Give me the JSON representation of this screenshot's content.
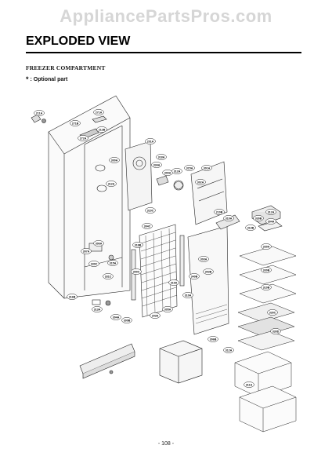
{
  "watermark": "AppliancePartsPros.com",
  "header": {
    "title": "EXPLODED VIEW",
    "section": "FREEZER COMPARTMENT",
    "note_star": "*",
    "note": ": Optional part"
  },
  "page_number": "- 108 -",
  "callouts": [
    {
      "id": "c1",
      "label": "211A"
    },
    {
      "id": "c2",
      "label": "271A"
    },
    {
      "id": "c3",
      "label": "271B"
    },
    {
      "id": "c4",
      "label": "212B"
    },
    {
      "id": "c5",
      "label": "272A"
    },
    {
      "id": "c6",
      "label": "300A"
    },
    {
      "id": "c7",
      "label": "312A"
    },
    {
      "id": "c8",
      "label": "315A"
    },
    {
      "id": "c9",
      "label": "306A"
    },
    {
      "id": "c10",
      "label": "307A"
    },
    {
      "id": "c11",
      "label": "330C"
    },
    {
      "id": "c12",
      "label": "331C"
    },
    {
      "id": "c13",
      "label": "316B"
    },
    {
      "id": "c14",
      "label": "313A"
    },
    {
      "id": "c15",
      "label": "304A"
    },
    {
      "id": "c16",
      "label": "300B"
    },
    {
      "id": "c17",
      "label": "201A"
    },
    {
      "id": "c18",
      "label": "318A"
    },
    {
      "id": "c19",
      "label": "334A"
    },
    {
      "id": "c20",
      "label": "300A"
    },
    {
      "id": "c21",
      "label": "312A"
    },
    {
      "id": "c22",
      "label": "315A"
    },
    {
      "id": "c23",
      "label": "301A"
    },
    {
      "id": "c24",
      "label": "302A"
    },
    {
      "id": "c25",
      "label": "310C"
    },
    {
      "id": "c26",
      "label": "304C"
    },
    {
      "id": "c27",
      "label": "318B"
    },
    {
      "id": "c28",
      "label": "300C"
    },
    {
      "id": "c29",
      "label": "340B"
    },
    {
      "id": "c30",
      "label": "319A"
    },
    {
      "id": "c31",
      "label": "310A"
    },
    {
      "id": "c32",
      "label": "203A"
    },
    {
      "id": "c33",
      "label": "305A"
    },
    {
      "id": "c34",
      "label": "210B"
    },
    {
      "id": "c35",
      "label": "310A"
    },
    {
      "id": "c36",
      "label": "313B"
    },
    {
      "id": "c37",
      "label": "330B"
    },
    {
      "id": "c38",
      "label": "312A"
    },
    {
      "id": "c39",
      "label": "304A"
    },
    {
      "id": "c40",
      "label": "303A"
    },
    {
      "id": "c41",
      "label": "303B"
    },
    {
      "id": "c42",
      "label": "306B"
    },
    {
      "id": "c43",
      "label": "330A"
    },
    {
      "id": "c44",
      "label": "330B"
    },
    {
      "id": "c45",
      "label": "310B"
    },
    {
      "id": "c46",
      "label": "330C"
    },
    {
      "id": "c47",
      "label": "330D"
    },
    {
      "id": "c48",
      "label": "312A"
    },
    {
      "id": "c49",
      "label": "311A"
    }
  ]
}
